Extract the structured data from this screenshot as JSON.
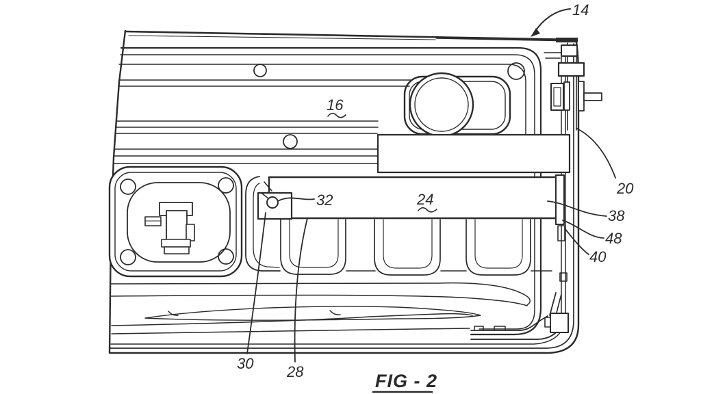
{
  "figure": {
    "caption": "FIG - 2",
    "labels": {
      "n14": "14",
      "n16": "16",
      "n20": "20",
      "n24": "24",
      "n28": "28",
      "n30": "30",
      "n32": "32",
      "n38": "38",
      "n40": "40",
      "n48": "48"
    },
    "ink_color": "#2b2b2b",
    "background_color": "#ffffff"
  }
}
